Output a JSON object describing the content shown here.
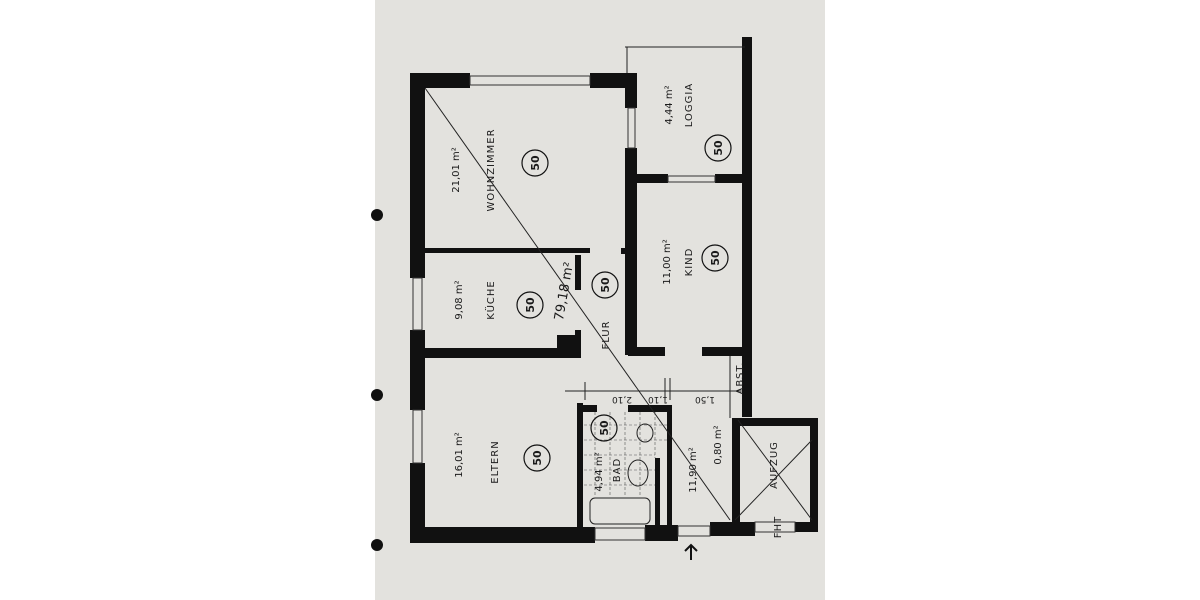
{
  "plan": {
    "total_area": "79,18 m²",
    "rooms": [
      {
        "name": "WOHNZIMMER",
        "area": "21,01 m²"
      },
      {
        "name": "LOGGIA",
        "area": "4,44 m²"
      },
      {
        "name": "KIND",
        "area": "11,00 m²"
      },
      {
        "name": "KÜCHE",
        "area": "9,08 m²"
      },
      {
        "name": "FLUR",
        "area": ""
      },
      {
        "name": "ELTERN",
        "area": "16,01 m²"
      },
      {
        "name": "BAD",
        "area": "4,94 m²"
      },
      {
        "name": "",
        "area": "11,90 m²"
      },
      {
        "name": "ABST.",
        "area": "0,80 m²"
      },
      {
        "name": "AUFZUG",
        "area": ""
      }
    ],
    "door_label": "FHT",
    "floor_marker": "50",
    "dimensions": [
      "2,10",
      "1,10",
      "1,50"
    ],
    "colors": {
      "paper": "#e3e2de",
      "wall": "#111111",
      "background": "#ffffff"
    }
  }
}
